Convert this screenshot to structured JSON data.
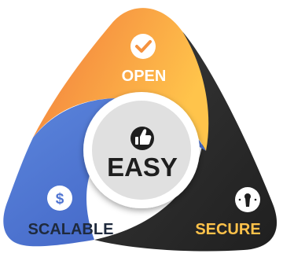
{
  "segments": {
    "top": {
      "label": "OPEN",
      "icon": "checkmark-icon",
      "color_from": "#f57c3a",
      "color_to": "#ffc24a",
      "text_color": "#ffffff"
    },
    "left": {
      "label": "SCALABLE",
      "icon": "dollar-icon",
      "color_from": "#4a6fd4",
      "color_to": "#6d8fe0",
      "text_color": "#1f2a3d"
    },
    "right": {
      "label": "SECURE",
      "icon": "keyhole-icon",
      "color_from": "#2a2a2a",
      "color_to": "#454545",
      "text_color": "#ffc24a"
    }
  },
  "center": {
    "label": "EASY",
    "icon": "thumbs-up-icon",
    "fill": "#e0e0e0",
    "text_color": "#1e1e1e"
  }
}
